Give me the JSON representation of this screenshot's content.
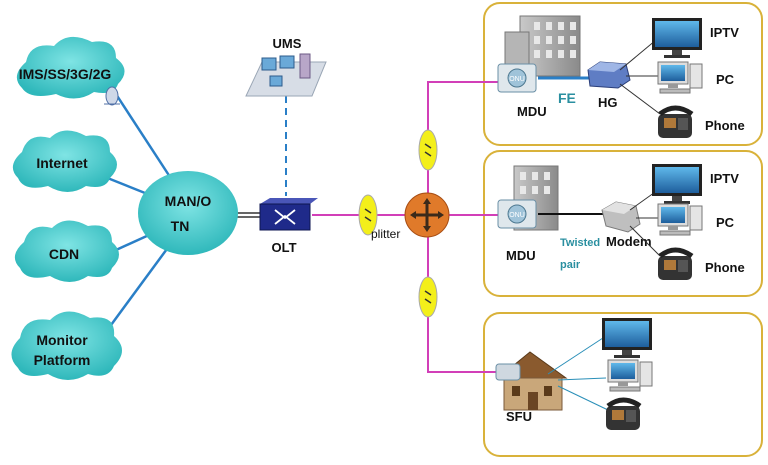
{
  "clouds": {
    "ims": "IMS/SS/3G/2G",
    "internet": "Internet",
    "cdn": "CDN",
    "monitor_line1": "Monitor",
    "monitor_line2": "Platform"
  },
  "man": {
    "line1": "MAN/O",
    "line2": "TN"
  },
  "olt": "OLT",
  "ums": "UMS",
  "splitter": "plitter",
  "box1": {
    "mdu": "MDU",
    "fe": "FE",
    "hg": "HG",
    "iptv": "IPTV",
    "pc": "PC",
    "phone": "Phone"
  },
  "box2": {
    "mdu": "MDU",
    "twisted1": "Twisted",
    "twisted2": "pair",
    "modem": "Modem",
    "iptv": "IPTV",
    "pc": "PC",
    "phone": "Phone"
  },
  "box3": {
    "sfu": "SFU"
  },
  "colors": {
    "cloud": "#3cc6c8",
    "link_blue": "#2a7fc7",
    "fiber": "#d23fb8",
    "box_border": "#d9b23a",
    "splitter": "#e07a2a"
  }
}
